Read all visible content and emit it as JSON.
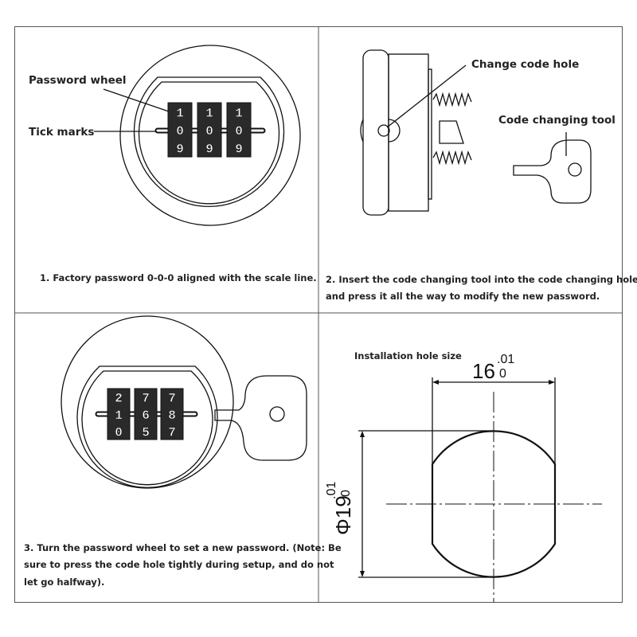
{
  "panel1": {
    "label_wheel": "Password wheel",
    "label_ticks": "Tick marks",
    "wheels": [
      [
        "1",
        "0",
        "9"
      ],
      [
        "1",
        "0",
        "9"
      ],
      [
        "1",
        "0",
        "9"
      ]
    ],
    "caption": "1. Factory password 0-0-0 aligned with the scale line."
  },
  "panel2": {
    "label_hole": "Change code hole",
    "label_tool": "Code changing tool",
    "caption_line1": "2. Insert the code changing tool into the code changing hole",
    "caption_line2": "and press it all the way to modify the new password."
  },
  "panel3": {
    "wheels": [
      [
        "2",
        "1",
        "0"
      ],
      [
        "7",
        "6",
        "5"
      ],
      [
        "7",
        "8",
        "7"
      ]
    ],
    "caption_line1": "3. Turn the password wheel to set a new password. (Note: Be",
    "caption_line2": "sure to press the code hole tightly during setup, and do not",
    "caption_line3": "let go halfway)."
  },
  "panel4": {
    "title": "Installation hole size",
    "width_value": "16",
    "width_tol_upper": ".01",
    "width_tol_lower": "0",
    "diameter_value": "Φ19",
    "diameter_tol_upper": ".01",
    "diameter_tol_lower": "0"
  }
}
